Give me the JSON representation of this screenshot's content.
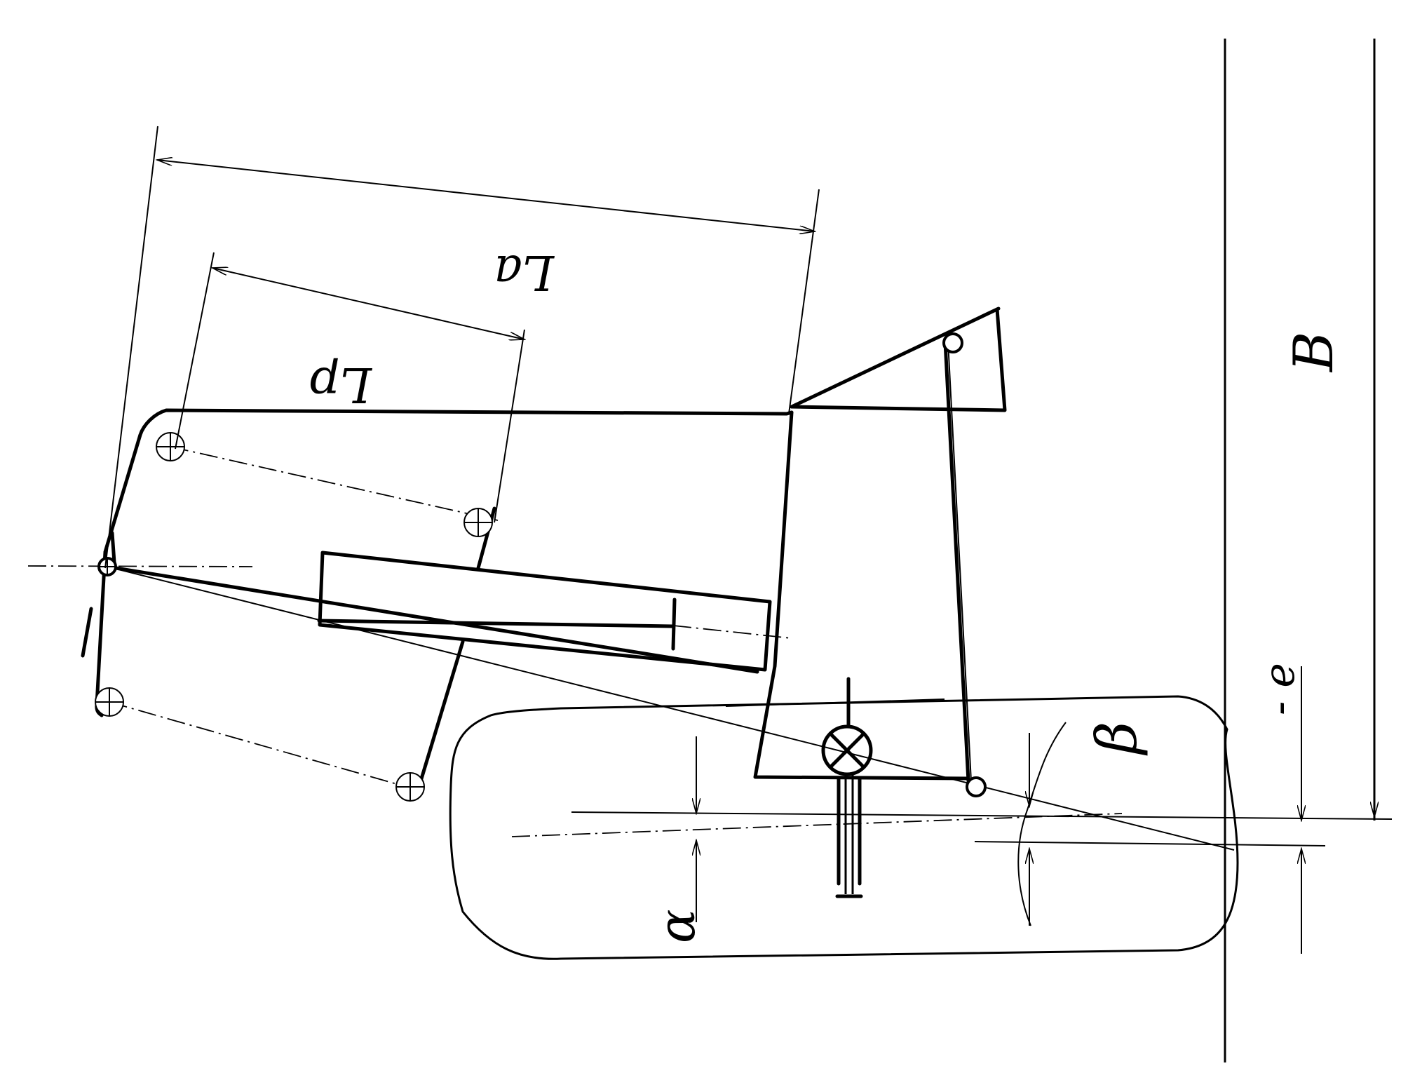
{
  "labels": {
    "la": "La",
    "lp": "Lp",
    "b": "B",
    "e": "- e",
    "alpha": "α",
    "beta": "β"
  }
}
